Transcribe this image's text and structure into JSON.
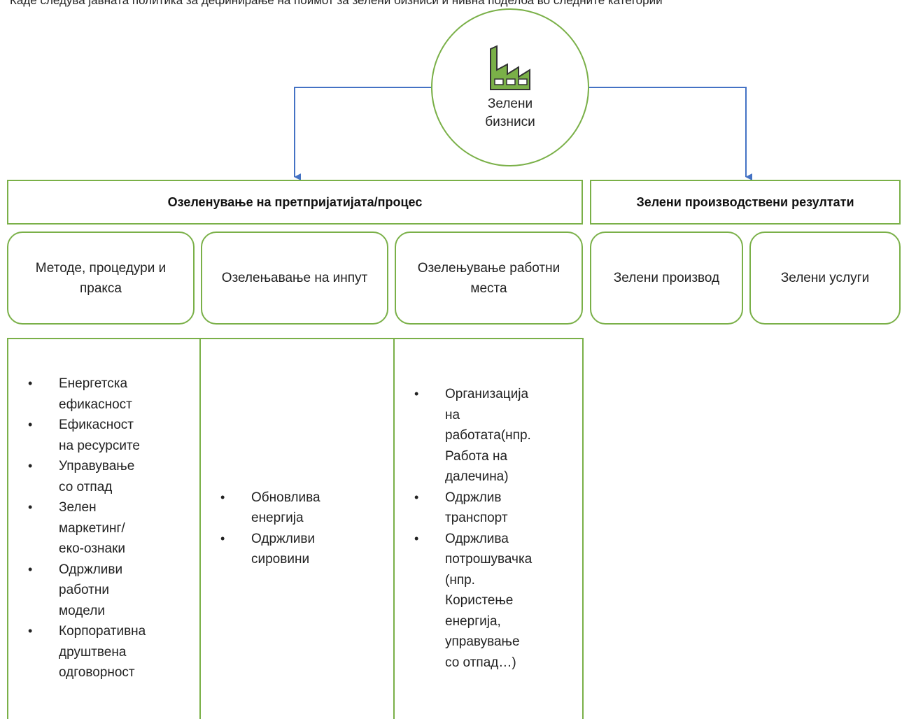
{
  "top_text": "Каде следува јавната политика за дефинирање на поимот за зелени бизниси и нивна поделба во следните категории",
  "root": {
    "icon": "factory-icon",
    "label_line1": "Зелени",
    "label_line2": "бизниси"
  },
  "headers": {
    "left": "Озеленување на претпријатијата/процес",
    "right": "Зелени производствени резултати"
  },
  "categories": {
    "methods": "Методе, процедури и пракса",
    "input": "Озелењавање на инпут",
    "workplaces": "Озелењување работни места",
    "product": "Зелени производ",
    "services": "Зелени услуги"
  },
  "lists": {
    "methods": [
      "Енергетска ефикасност",
      "Ефикасност на ресурсите",
      "Управување со отпад",
      "Зелен маркетинг/еко-ознаки",
      "Одржливи работни модели",
      "Корпоративна друштвена одговорност"
    ],
    "input": [
      "Обновлива енергија",
      "Одржливи сировини"
    ],
    "workplaces": [
      "Организација на работата(нпр. Работа на далечина)",
      "Одржлив транспорт",
      "Одржлива потрошувачка (нпр. Користење енергија, управување со отпад…)"
    ]
  },
  "colors": {
    "green": "#7ab048",
    "arrow": "#4472c4"
  }
}
